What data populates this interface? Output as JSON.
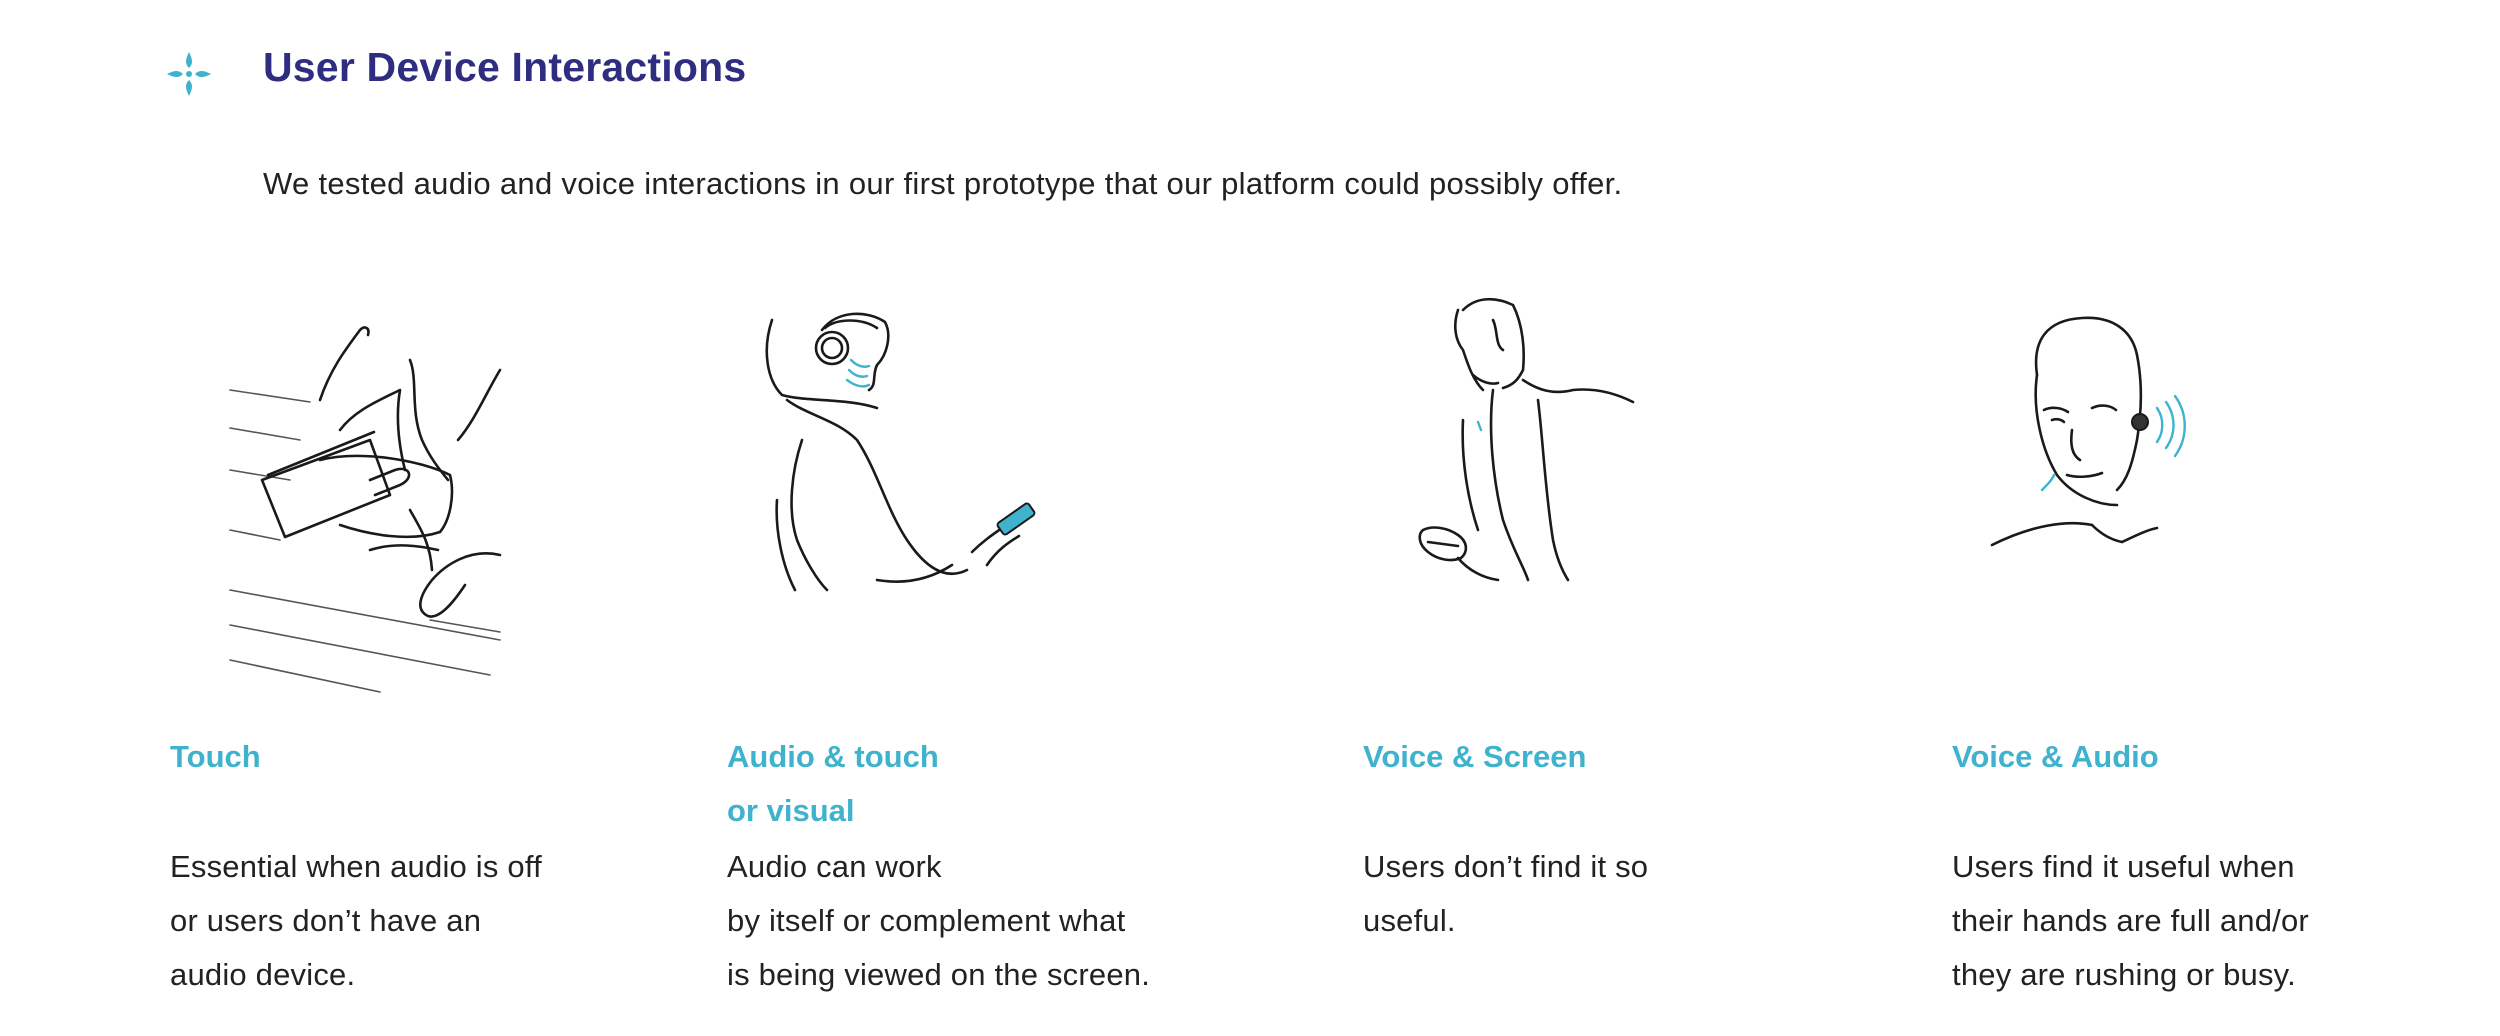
{
  "header": {
    "title": "User Device Interactions",
    "logo_icon": "four-petal-diamond-icon",
    "accent_color": "#3fb2ce",
    "title_color": "#2e2d7f"
  },
  "intro": "We tested audio and voice interactions in our first prototype that our platform could possibly offer.",
  "cards": [
    {
      "title_lines": [
        "Touch"
      ],
      "desc_lines": [
        "Essential when audio is off",
        "or users don’t have an",
        "audio device."
      ],
      "illustration": "hands-holding-phone-illustration"
    },
    {
      "title_lines": [
        "Audio & touch",
        "or visual"
      ],
      "desc_lines": [
        "Audio can work",
        "by itself or complement what",
        "is being viewed on the screen."
      ],
      "illustration": "person-with-headphones-and-phone-illustration"
    },
    {
      "title_lines": [
        "Voice & Screen"
      ],
      "desc_lines": [
        "Users don’t find it so",
        "useful."
      ],
      "illustration": "man-looking-at-phone-illustration"
    },
    {
      "title_lines": [
        "Voice & Audio"
      ],
      "desc_lines": [
        "Users find it useful when",
        "their hands are full and/or",
        "they are rushing or busy."
      ],
      "illustration": "man-with-earbud-illustration"
    }
  ]
}
